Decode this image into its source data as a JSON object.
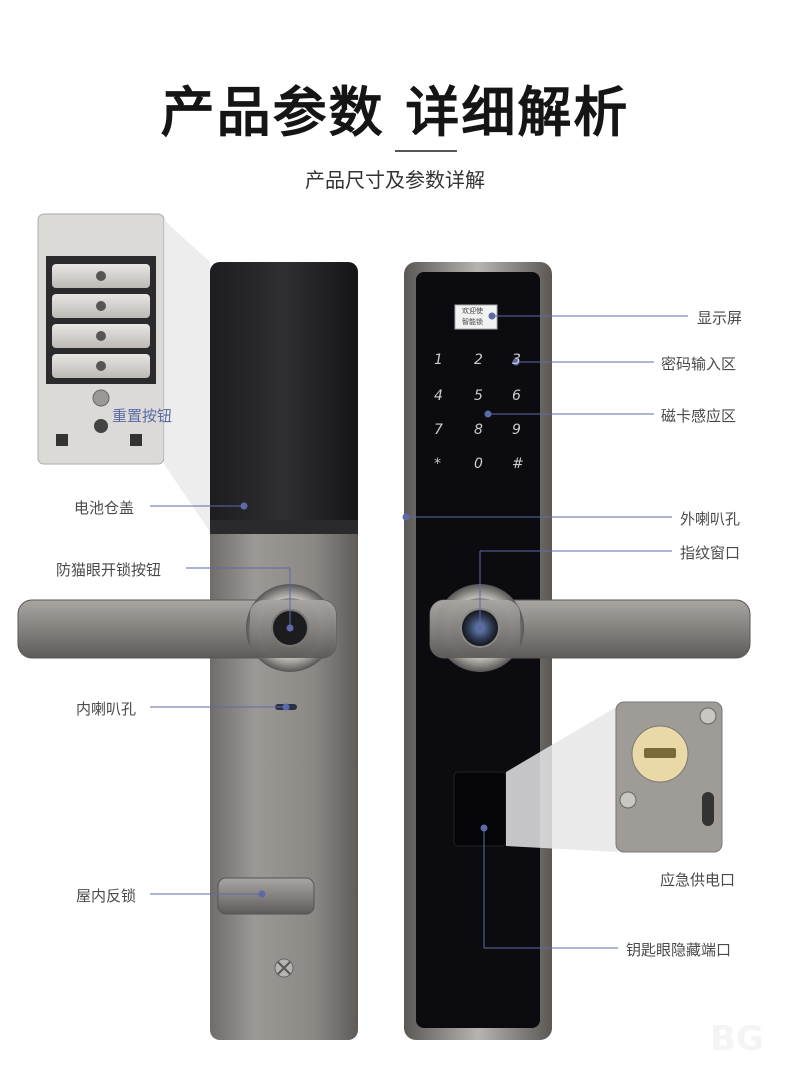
{
  "header": {
    "title": "产品参数 详细解析",
    "subtitle": "产品尺寸及参数详解"
  },
  "left_callouts": [
    {
      "key": "reset",
      "text": "重置按钮"
    },
    {
      "key": "battery_cover",
      "text": "电池仓盖"
    },
    {
      "key": "anti_cat_eye",
      "text": "防猫眼开锁按钮"
    },
    {
      "key": "inner_speaker",
      "text": "内喇叭孔"
    },
    {
      "key": "indoor_lock",
      "text": "屋内反锁"
    }
  ],
  "right_callouts": [
    {
      "key": "display",
      "text": "显示屏"
    },
    {
      "key": "keypad",
      "text": "密码输入区"
    },
    {
      "key": "card",
      "text": "磁卡感应区"
    },
    {
      "key": "outer_speaker",
      "text": "外喇叭孔"
    },
    {
      "key": "fingerprint",
      "text": "指纹窗口"
    },
    {
      "key": "emergency_power",
      "text": "应急供电口"
    },
    {
      "key": "key_hole",
      "text": "钥匙眼隐藏端口"
    }
  ],
  "keypad": {
    "keys": [
      "1",
      "2",
      "3",
      "4",
      "5",
      "6",
      "7",
      "8",
      "9",
      "*",
      "0",
      "#"
    ]
  },
  "display_screen": {
    "line1": "欢迎使",
    "line2": "智能锁"
  },
  "colors": {
    "accent_line": "#5c6aa8",
    "panel_black": "#0c0c10",
    "body_grey": "#8a8683"
  }
}
